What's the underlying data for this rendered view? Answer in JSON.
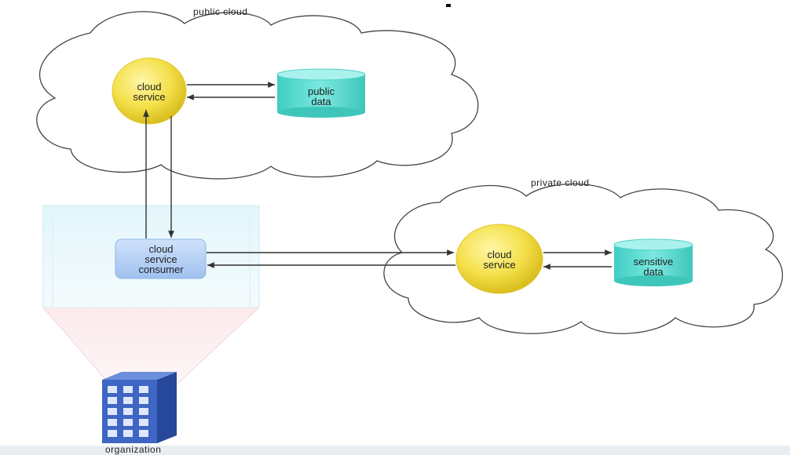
{
  "public_cloud": {
    "title": "public cloud",
    "service_line1": "cloud",
    "service_line2": "service",
    "data_line1": "public",
    "data_line2": "data"
  },
  "private_cloud": {
    "title": "private cloud",
    "service_line1": "cloud",
    "service_line2": "service",
    "data_line1": "sensitive",
    "data_line2": "data"
  },
  "consumer": {
    "line1": "cloud",
    "line2": "service",
    "line3": "consumer"
  },
  "organization": {
    "label": "organization"
  },
  "colors": {
    "cloud_service": "#f4e04a",
    "data_store": "#5fd9d0",
    "consumer_box": "#b9d4f7",
    "building": "#3f66c4",
    "arrow": "#333333",
    "cloud_outline": "#444444"
  }
}
